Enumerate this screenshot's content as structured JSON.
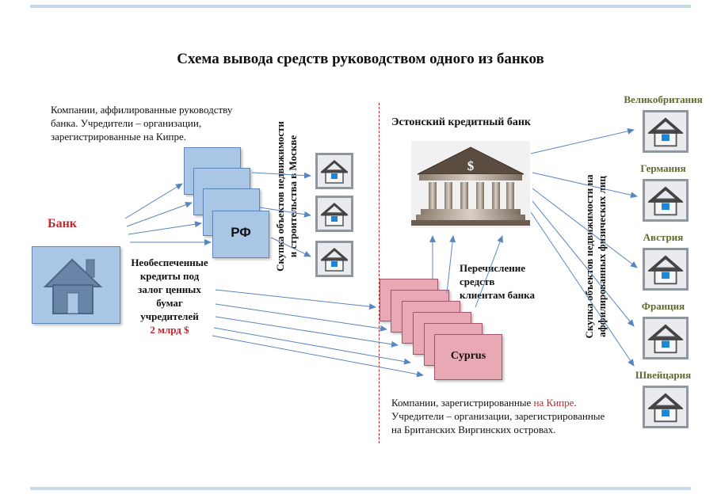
{
  "title": "Схема вывода средств руководством одного из банков",
  "affiliated_text": [
    "Компании, аффилированные руководству",
    "банка.  Учредители – организации,",
    "зарегистрированные на Кипре."
  ],
  "bank_label": "Банк",
  "loans_text": [
    "Необеспеченные",
    "кредиты под",
    "залог ценных",
    "бумаг",
    "учредителей"
  ],
  "loans_amount": "2 млрд $",
  "rf_label": "РФ",
  "moscow_text": [
    "Скупка объектов недвижимости",
    "и строительства в Москве"
  ],
  "estonian_bank_label": "Эстонский кредитный банк",
  "transfer_text": [
    "Перечисление",
    "средств",
    "клиентам банка"
  ],
  "cyprus_label": "Cyprus",
  "cyprus_companies_text": {
    "line1_prefix": "Компании, зарегистрированные ",
    "line1_highlight": "на Кипре",
    "line1_suffix": ".",
    "line2": "Учредители – организации, зарегистрированные",
    "line3": "на Британских Виргинских островах."
  },
  "foreign_text": [
    "Скупка объектов недвижимости на",
    "аффилированных физических лиц"
  ],
  "countries": [
    "Великобритания",
    "Германия",
    "Австрия",
    "Франция",
    "Швейцария"
  ],
  "colors": {
    "accent_red": "#c0272d",
    "country_olive": "#5f6b2e",
    "blue_box": "#a9c6e6",
    "pink_box": "#e8a8b4",
    "arrow_blue": "#5a86bf",
    "top_bar": "#c5dbe9"
  },
  "icons": {
    "house": "house-icon",
    "bank": "bank-building-icon",
    "dollar": "dollar-icon"
  }
}
